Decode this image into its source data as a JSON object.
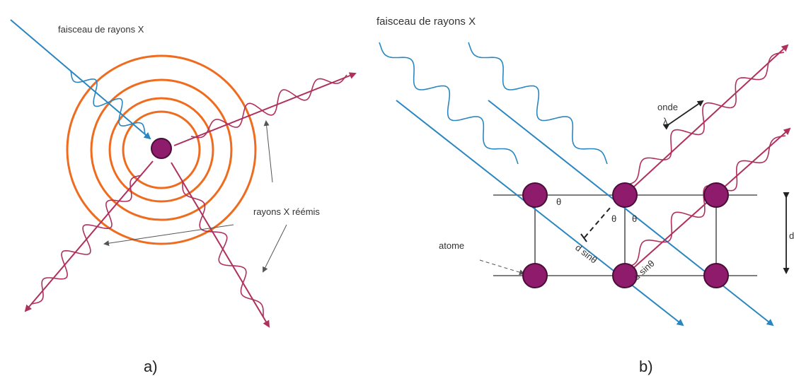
{
  "panel_a": {
    "beam_label": "faisceau de rayons X",
    "reemitted_label": "rayons X réémis",
    "caption": "a)"
  },
  "panel_b": {
    "beam_label": "faisceau de rayons X",
    "wave_label": "onde",
    "lambda_label": "λ",
    "theta_label": "θ",
    "atom_label": "atome",
    "path_label": "d sinθ",
    "spacing_label": "d",
    "caption": "b)"
  },
  "colors": {
    "incident": "#2a86c0",
    "scattered": "#b0305d",
    "rings": "#ef6c1e",
    "atom_fill": "#8e1b6b",
    "atom_stroke": "#4a0d3a",
    "lattice": "#555555"
  }
}
